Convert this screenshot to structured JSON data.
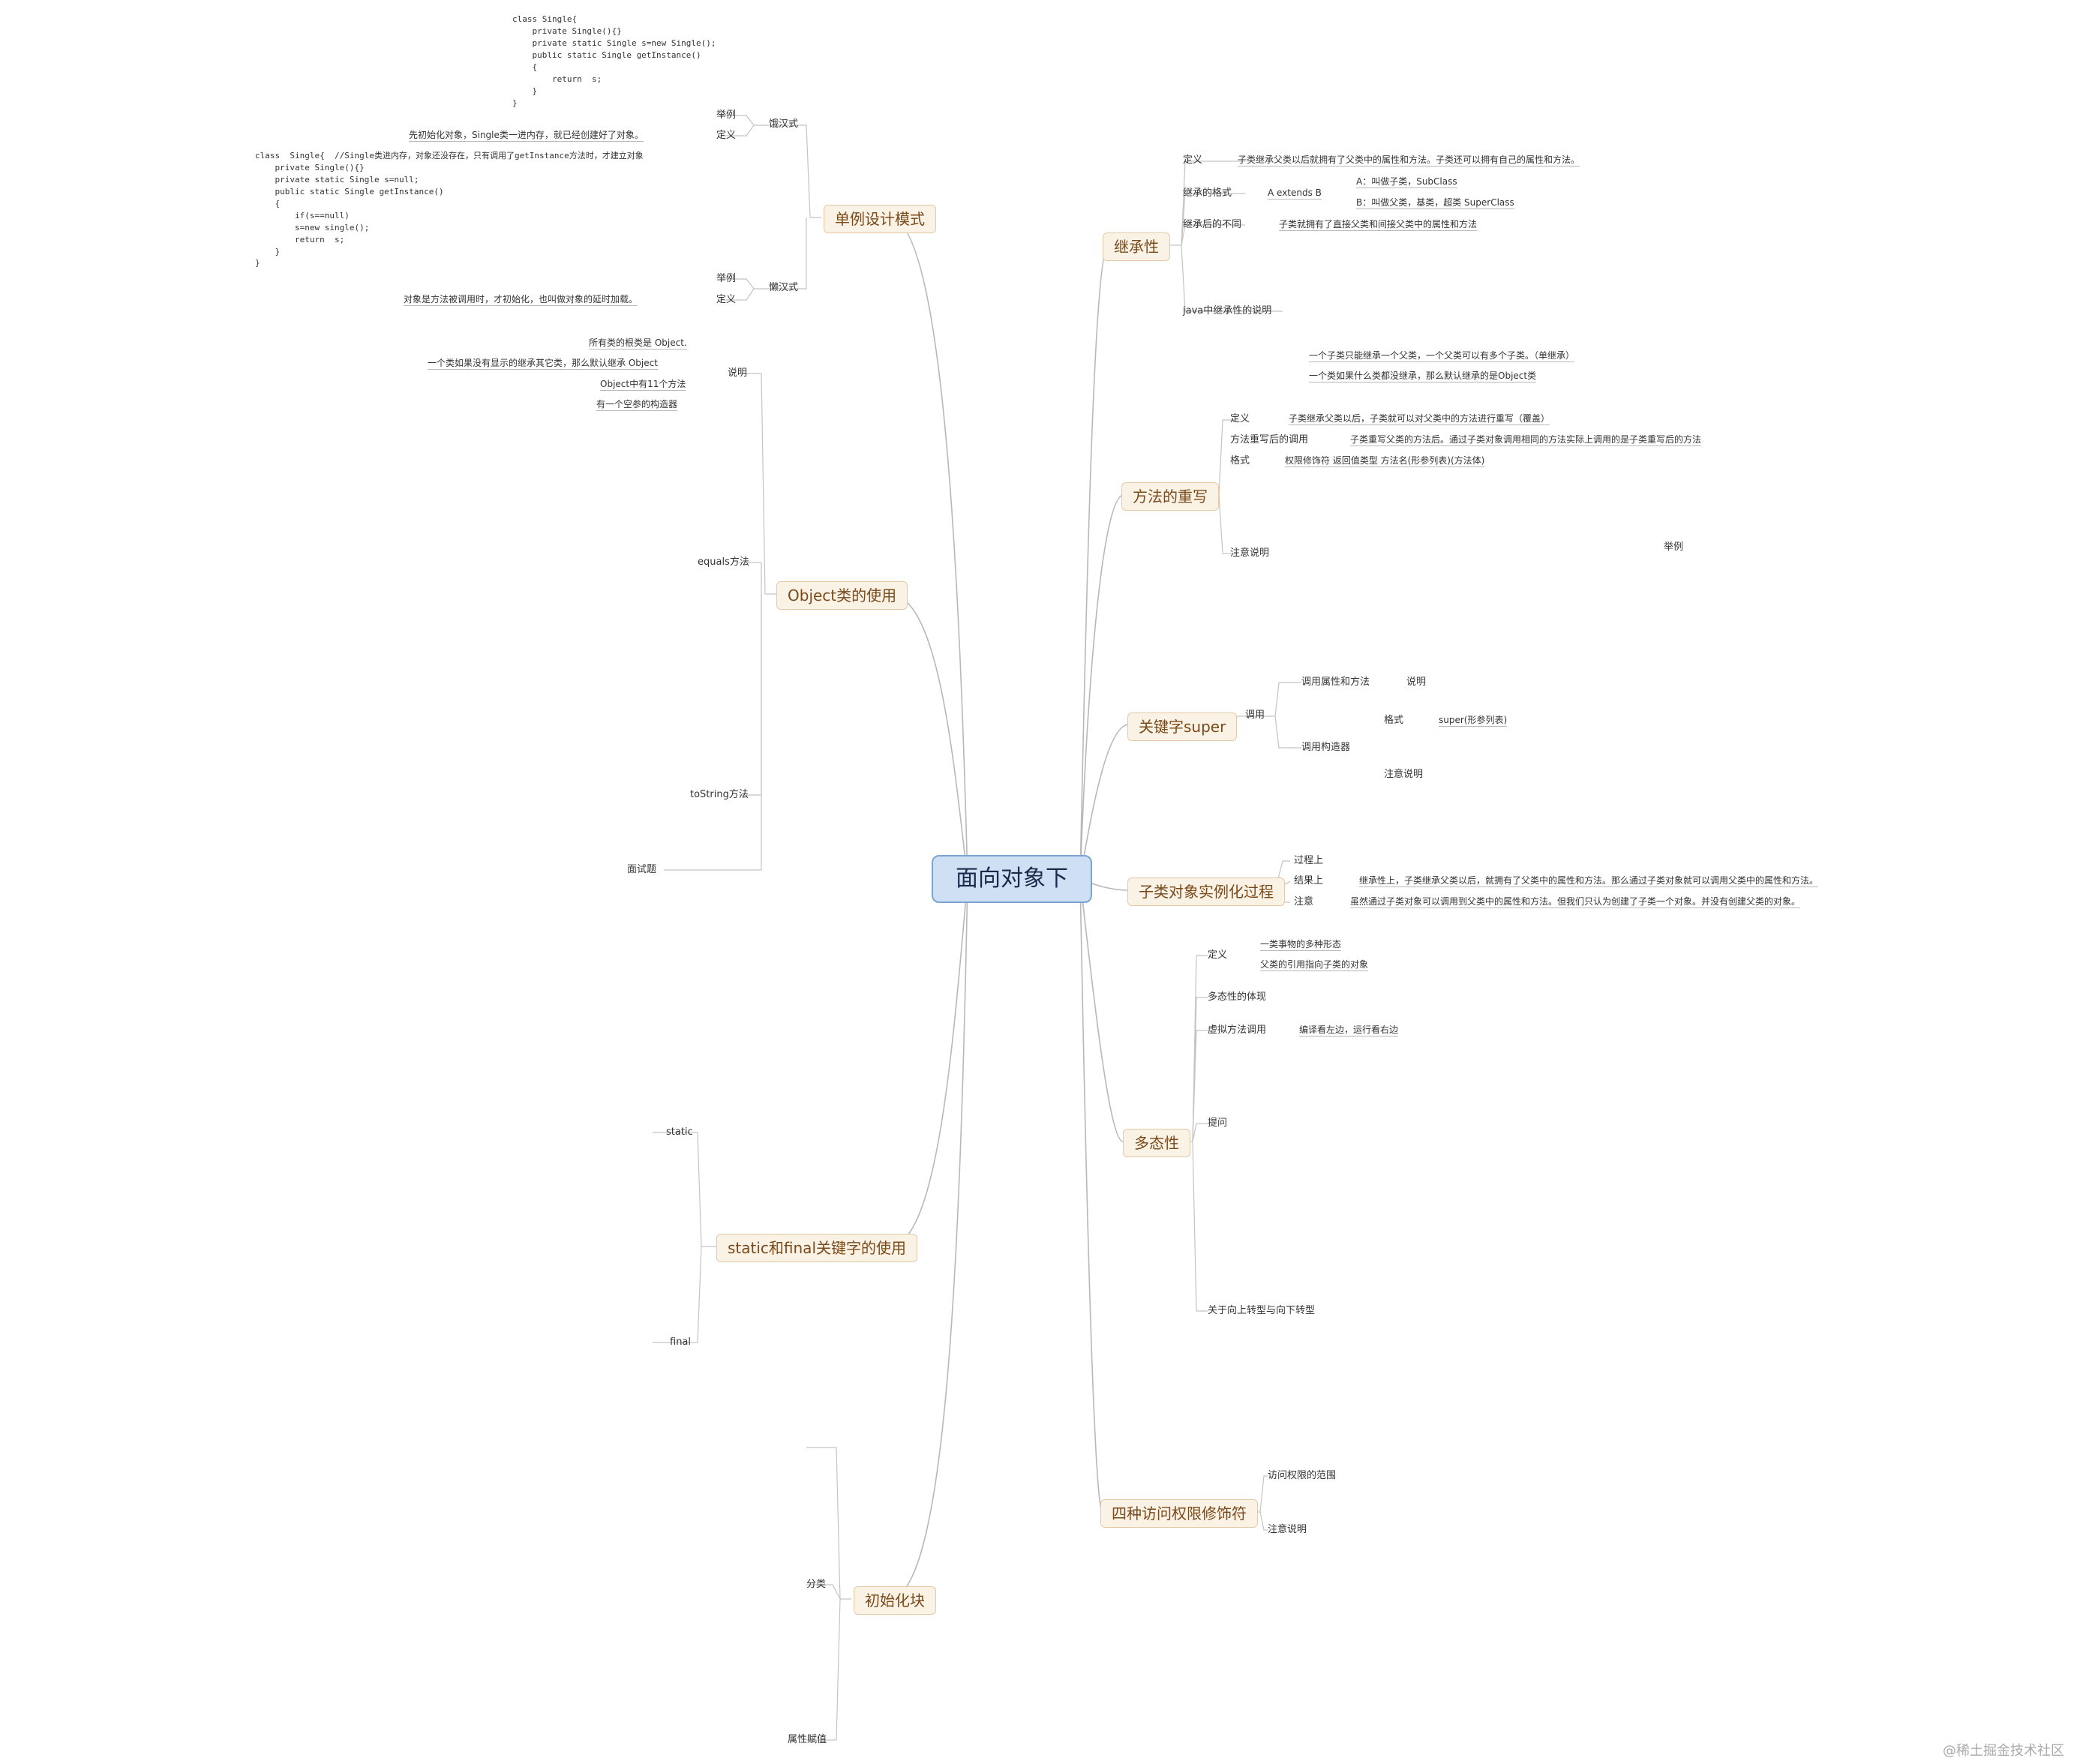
{
  "center": "面向对象下",
  "left": {
    "singleton": {
      "label": "单例设计模式",
      "eager": "饿汉式",
      "lazy": "懒汉式",
      "example": "举例",
      "definition": "定义",
      "eager_def": "先初始化对象，Single类一进内存，就已经创建好了对象。",
      "lazy_def": "对象是方法被调用时，才初始化，也叫做对象的延时加载。",
      "eager_code": "class Single{\n    private Single(){}\n    private static Single s=new Single();\n    public static Single getInstance()\n    {\n        return  s;\n    }\n}",
      "lazy_code": "class  Single{  //Single类进内存，对象还没存在，只有调用了getInstance方法时，才建立对象\n    private Single(){}\n    private static Single s=null;\n    public static Single getInstance()\n    {\n        if(s==null)\n        s=new single();\n        return  s;\n    }\n}"
    },
    "object": {
      "label": "Object类的使用",
      "explain": "说明",
      "explain_items": [
        "所有类的根类是 Object.",
        "一个类如果没有显示的继承其它类，那么默认继承 Object",
        "Object中有11个方法",
        "有一个空参的构造器"
      ],
      "equals": "equals方法",
      "tostring": "toString方法",
      "interview": "面试题"
    },
    "static_final": {
      "label": "static和final关键字的使用",
      "static": "static",
      "final": "final"
    },
    "init": {
      "label": "初始化块",
      "category": "分类",
      "attr_assign": "属性赋值"
    }
  },
  "right": {
    "inherit": {
      "label": "继承性",
      "def_key": "定义",
      "def_val": "子类继承父类以后就拥有了父类中的属性和方法。子类还可以拥有自己的属性和方法。",
      "format_key": "继承的格式",
      "format_val": "A extends B",
      "format_a": "A：叫做子类，SubClass",
      "format_b": "B：叫做父类，基类，超类  SuperClass",
      "diff_key": "继承后的不同",
      "diff_val": "子类就拥有了直接父类和间接父类中的属性和方法",
      "java_key": "java中继承性的说明",
      "java_items": [
        "一个子类只能继承一个父类，一个父类可以有多个子类。（单继承）",
        "一个类如果什么类都没继承，那么默认继承的是Object类"
      ]
    },
    "override": {
      "label": "方法的重写",
      "def_key": "定义",
      "def_val": "子类继承父类以后，子类就可以对父类中的方法进行重写（覆盖）",
      "call_key": "方法重写后的调用",
      "call_val": "子类重写父类的方法后。通过子类对象调用相同的方法实际上调用的是子类重写后的方法",
      "fmt_key": "格式",
      "fmt_val": "权限修饰符   返回值类型   方法名(形参列表)(方法体)",
      "note_key": "注意说明",
      "example": "举例"
    },
    "super": {
      "label": "关键字super",
      "call": "调用",
      "attr": "调用属性和方法",
      "ctor": "调用构造器",
      "explain": "说明",
      "fmt": "格式",
      "fmt_val": "super(形参列表)",
      "note": "注意说明"
    },
    "instantiation": {
      "label": "子类对象实例化过程",
      "process": "过程上",
      "result": "结果上",
      "note": "注意",
      "result_val": "继承性上，子类继承父类以后，就拥有了父类中的属性和方法。那么通过子类对象就可以调用父类中的属性和方法。",
      "note_val": "虽然通过子类对象可以调用到父类中的属性和方法。但我们只认为创建了子类一个对象。并没有创建父类的对象。"
    },
    "poly": {
      "label": "多态性",
      "def_key": "定义",
      "def_items": [
        "一类事物的多种形态",
        "父类的引用指向子类的对象"
      ],
      "embody_key": "多态性的体现",
      "virtual_key": "虚拟方法调用",
      "virtual_val": "编译看左边，运行看右边",
      "question_key": "提问",
      "updown_key": "关于向上转型与向下转型"
    },
    "access": {
      "label": "四种访问权限修饰符",
      "range": "访问权限的范围",
      "note": "注意说明"
    }
  },
  "watermark": "@稀土掘金技术社区"
}
